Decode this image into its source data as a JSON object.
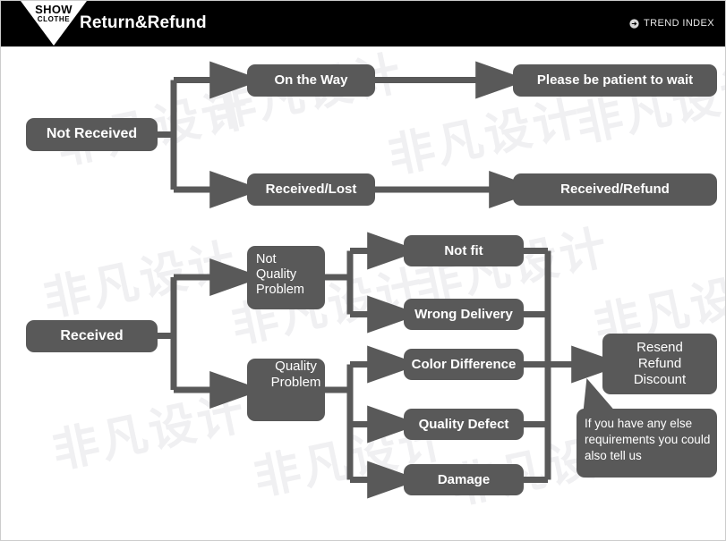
{
  "header": {
    "logo_show": "SHOW",
    "logo_clothe": "CLOTHE",
    "title": "Return&Refund",
    "trend_index_label": "TREND INDEX",
    "trend_index_icon": "circle-arrow-right-icon",
    "bg_color": "#000000",
    "text_color": "#ffffff"
  },
  "theme": {
    "node_fill": "#595959",
    "node_text": "#ffffff",
    "wire_color": "#595959",
    "page_bg": "#ffffff",
    "watermark_color": "#f0f0f2"
  },
  "watermark": {
    "text": "非凡设计"
  },
  "flow": {
    "branch_not_received": {
      "root": "Not Received",
      "children": [
        {
          "label": "On the Way",
          "result": "Please be patient to wait"
        },
        {
          "label": "Received/Lost",
          "result": "Received/Refund"
        }
      ]
    },
    "branch_received": {
      "root": "Received",
      "categories": [
        {
          "label": "Not Quality Problem",
          "label_lines": [
            "Not",
            "Quality",
            "Problem"
          ],
          "reasons": [
            "Not fit",
            "Wrong Delivery"
          ]
        },
        {
          "label": "Quality Problem",
          "label_lines": [
            "Quality",
            "Problem"
          ],
          "reasons": [
            "Color Difference",
            "Quality Defect",
            "Damage"
          ]
        }
      ],
      "outcome": {
        "label": "Resend Refund Discount",
        "lines": [
          "Resend",
          "Refund",
          "Discount"
        ]
      },
      "callout": "If you have any else requirements you could also tell us"
    }
  },
  "nodes": {
    "not_received": "Not Received",
    "on_the_way": "On the Way",
    "please_wait": "Please be patient to wait",
    "received_lost": "Received/Lost",
    "received_refund": "Received/Refund",
    "received": "Received",
    "not_quality_l1": "Not",
    "not_quality_l2": "Quality",
    "not_quality_l3": "Problem",
    "quality_l1": "Quality",
    "quality_l2": "Problem",
    "not_fit": "Not fit",
    "wrong_delivery": "Wrong Delivery",
    "color_difference": "Color Difference",
    "quality_defect": "Quality Defect",
    "damage": "Damage",
    "resend": "Resend",
    "refund": "Refund",
    "discount": "Discount",
    "callout_text": "If you have any else requirements you could also tell us"
  }
}
